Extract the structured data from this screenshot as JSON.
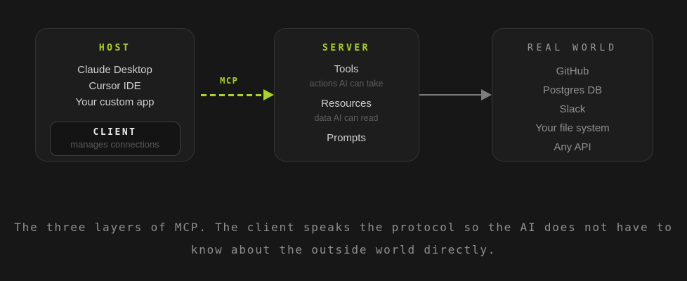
{
  "boxes": {
    "host": {
      "title": "HOST",
      "items": [
        "Claude Desktop",
        "Cursor IDE",
        "Your custom app"
      ],
      "client": {
        "title": "CLIENT",
        "subtitle": "manages connections"
      }
    },
    "server": {
      "title": "SERVER",
      "sections": [
        {
          "label": "Tools",
          "sub": "actions AI can take"
        },
        {
          "label": "Resources",
          "sub": "data AI can read"
        },
        {
          "label": "Prompts",
          "sub": ""
        }
      ]
    },
    "real_world": {
      "title": "REAL WORLD",
      "items": [
        "GitHub",
        "Postgres DB",
        "Slack",
        "Your file system",
        "Any API"
      ]
    }
  },
  "connectors": {
    "mcp": {
      "label": "MCP",
      "style": "dashed",
      "color": "#a9d32f"
    },
    "server_to_world": {
      "label": "",
      "style": "solid",
      "color": "#7d7d7d"
    }
  },
  "caption": "The three layers of MCP. The client speaks the protocol so the AI does not have to know about the outside world directly.",
  "colors": {
    "background": "#171717",
    "box_background": "#1d1d1d",
    "box_border": "#343434",
    "client_box_background": "#141414",
    "client_box_border": "#3f3f3f",
    "accent_green": "#a9d32f",
    "text_light": "#cdcfce",
    "text_dim": "#5c5e5f",
    "text_gray": "#8f9193"
  }
}
